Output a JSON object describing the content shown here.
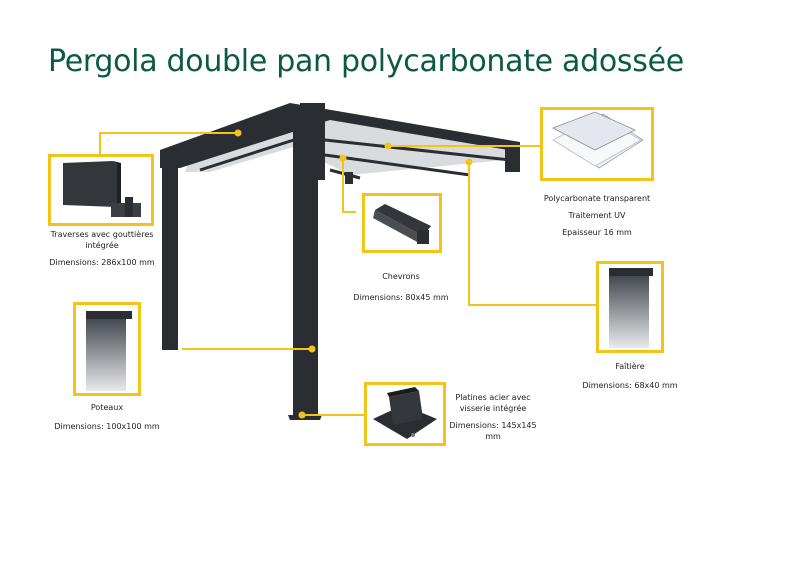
{
  "title": "Pergola double pan polycarbonate adossée",
  "colors": {
    "title": "#0c5a44",
    "callout": "#f2c418",
    "frame": "#2a2e33",
    "roof": "#d9dcde"
  },
  "components": [
    {
      "id": "traverses",
      "name": "Traverses avec gouttières",
      "name2": "intégrée",
      "spec": "Dimensions: 286x100 mm",
      "icon": "beam-profile-icon"
    },
    {
      "id": "chevrons",
      "name": "Chevrons",
      "spec": "Dimensions: 80x45 mm",
      "icon": "rafter-profile-icon"
    },
    {
      "id": "polycarbonate",
      "name": "Polycarbonate transparent",
      "name2": "Traitement UV",
      "spec": "Epaisseur 16 mm",
      "icon": "polycarbonate-sheets-icon"
    },
    {
      "id": "faitiere",
      "name": "Faîtière",
      "spec": "Dimensions: 68x40 mm",
      "icon": "ridge-profile-icon"
    },
    {
      "id": "poteaux",
      "name": "Poteaux",
      "spec": "Dimensions: 100x100 mm",
      "icon": "post-profile-icon"
    },
    {
      "id": "platines",
      "name": "Platines acier avec",
      "name2": "visserie intégrée",
      "spec": "Dimensions: 145x145",
      "spec2": "mm",
      "icon": "steel-base-plate-icon"
    }
  ]
}
